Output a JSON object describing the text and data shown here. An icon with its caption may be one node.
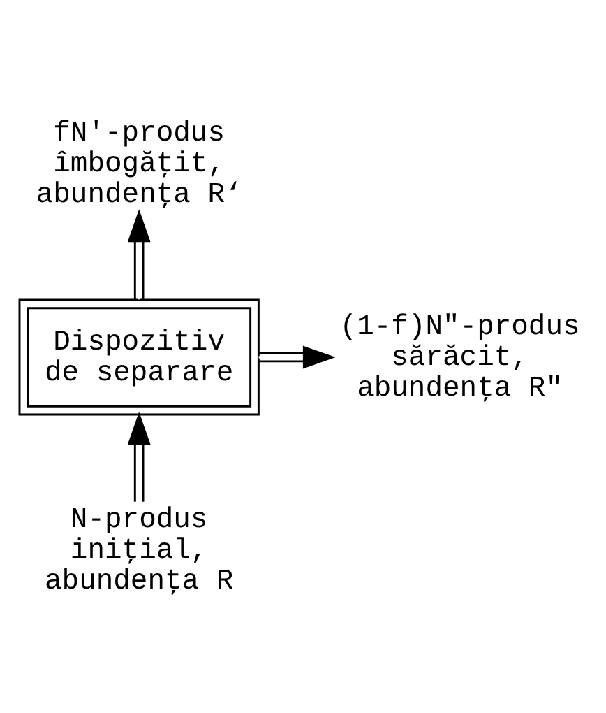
{
  "diagram": {
    "nodes": [
      {
        "text": [
          "Dispozitiv de separare"
        ]
      },
      {
        "text": [
          "fN′-produs îmbogăţit, abundenţa R‘"
        ]
      },
      {
        "text": [
          "(1-f)N″-produs sărăcit, abundenţa R″"
        ]
      },
      {
        "text": [
          "N-produs iniţial, abundenţa R"
        ]
      }
    ],
    "edges": [
      {
        "from": 3,
        "to": 0,
        "arrow": "to"
      },
      {
        "from": 0,
        "to": 1,
        "arrow": "to"
      },
      {
        "from": 0,
        "to": 2,
        "arrow": "to"
      }
    ]
  }
}
